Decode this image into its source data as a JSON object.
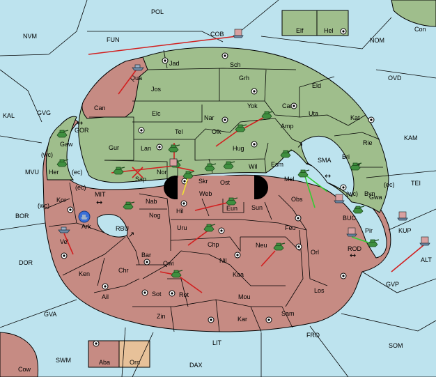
{
  "colors": {
    "sea": "#bde3ee",
    "outer_land": "#c68b83",
    "green_land": "#9fbe8c",
    "tan_land": "#e7c199",
    "army_green": "#3f8f3f",
    "move_red": "#d21f1f",
    "move_yellow": "#f0e034",
    "move_green": "#32cc32",
    "fleet_blue": "#3a6fd8"
  },
  "provinces": {
    "pol": "POL",
    "nvm": "NVM",
    "fun": "FUN",
    "cob": "COB",
    "elf": "Elf",
    "hel": "Hel",
    "con": "Con",
    "nom": "NOM",
    "jad": "Jad",
    "sch": "Sch",
    "qua": "Qua",
    "jos": "Jos",
    "grh": "Grh",
    "eld": "Eld",
    "ovd": "OVD",
    "can": "Can",
    "elc": "Elc",
    "nar": "Nar",
    "yok": "Yok",
    "car": "Car",
    "uta": "Uta",
    "kal": "KAL",
    "gvg": "GVG",
    "gor": "GOR",
    "gaw": "Gaw",
    "tel": "Tel",
    "olk": "Olk",
    "amp": "Amp",
    "kat": "Kat",
    "kam": "KAM",
    "gur": "Gur",
    "lan": "Lan",
    "hug": "Hug",
    "rie": "Rie",
    "wc1": "(wc)",
    "her": "Her",
    "ec1": "(ec)",
    "nor": "Nor",
    "wil": "Wil",
    "esm": "Esm",
    "sma": "SMA",
    "bri": "Bri",
    "mvu": "MVU",
    "sap": "Sap",
    "skr": "Skr",
    "ost": "Ost",
    "mel": "Mel",
    "tei": "TEI",
    "byn": "Byn",
    "wc2": "(wc)",
    "ec2": "(ec)",
    "kor": "Kor",
    "ec3": "(ec)",
    "mit": "MIT",
    "web": "Web",
    "nab": "Nab",
    "obs": "Obs",
    "wc3": "(wc)",
    "gwa": "Gwa",
    "bor": "BOR",
    "hil": "Hil",
    "eun": "Eun",
    "sun": "Sun",
    "buc": "BUC",
    "kup": "KUP",
    "ark": "Ark",
    "rbu": "RBU",
    "nog": "Nog",
    "uru": "Uru",
    "feu": "Feu",
    "pir": "Pir",
    "vel": "Vel",
    "chp": "Chp",
    "neu": "Neu",
    "orl": "Orl",
    "rod": "ROD",
    "alt": "ALT",
    "dor": "DOR",
    "bar": "Bar",
    "qwi": "Qwi",
    "nil": "Nil",
    "ken": "Ken",
    "chr": "Chr",
    "kaa": "Kaa",
    "gvp": "GVP",
    "ail": "Ail",
    "sot": "Sot",
    "rot": "Rot",
    "mou": "Mou",
    "los": "Los",
    "gva": "GVA",
    "zin": "Zin",
    "kar": "Kar",
    "sam": "Sam",
    "fro": "FRO",
    "lit": "LIT",
    "som": "SOM",
    "swm": "SWM",
    "aba": "Aba",
    "orn": "Orn",
    "dax": "DAX",
    "cow": "Cow"
  },
  "units": {
    "armies_in": [
      "Gaw",
      "Her",
      "Sap",
      "Nor",
      "Skr",
      "Wil",
      "Esm",
      "Olk",
      "Yok",
      "Mel",
      "Bri",
      "Byn",
      "Gwa",
      "Nab",
      "Eun",
      "Uru",
      "Chp",
      "Neu",
      "Qwi",
      "Rot"
    ],
    "fleets_in": [
      "Qua",
      "COB",
      "Vel",
      "BUC",
      "KUP",
      "ALT"
    ],
    "damaged_fleet_in": "Ark"
  }
}
